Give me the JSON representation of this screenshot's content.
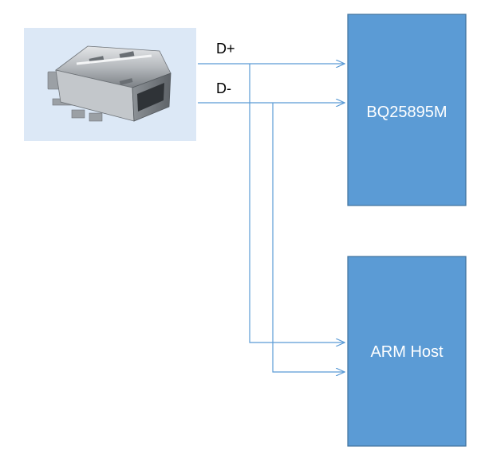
{
  "signals": {
    "dplus": "D+",
    "dminus": "D-"
  },
  "blocks": {
    "charger": "BQ25895M",
    "host": "ARM Host"
  },
  "colors": {
    "block_fill": "#5b9bd5",
    "block_border": "#41719c",
    "wire": "#5b9bd5",
    "photo_background": "#dce8f6"
  },
  "icons": {
    "connector": "micro-usb-connector-photo"
  }
}
